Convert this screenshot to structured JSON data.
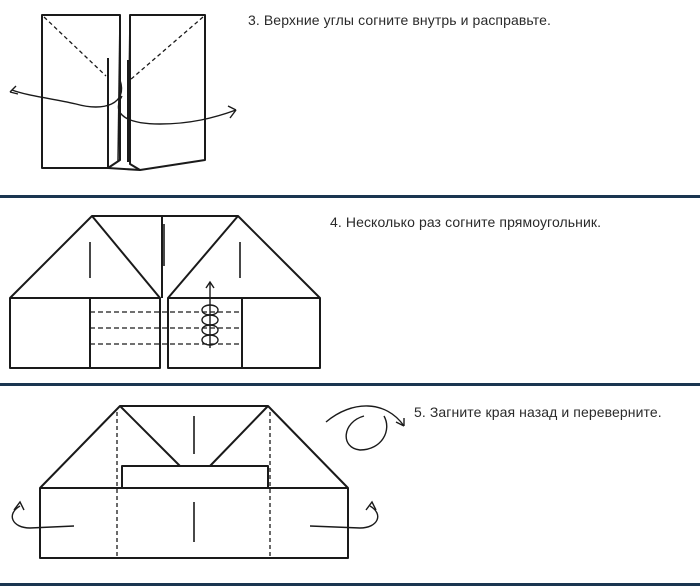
{
  "steps": [
    {
      "caption": "3. Верхние углы согните внутрь и расправьте."
    },
    {
      "caption": "4. Несколько раз согните прямоугольник."
    },
    {
      "caption": "5. Загните края назад и переверните."
    }
  ],
  "colors": {
    "ink": "#1a1a1a",
    "divider": "#1a3550",
    "background": "#ffffff"
  },
  "icons": [
    "curved-arrow-icon",
    "spiral-roll-icon",
    "flip-over-icon"
  ]
}
